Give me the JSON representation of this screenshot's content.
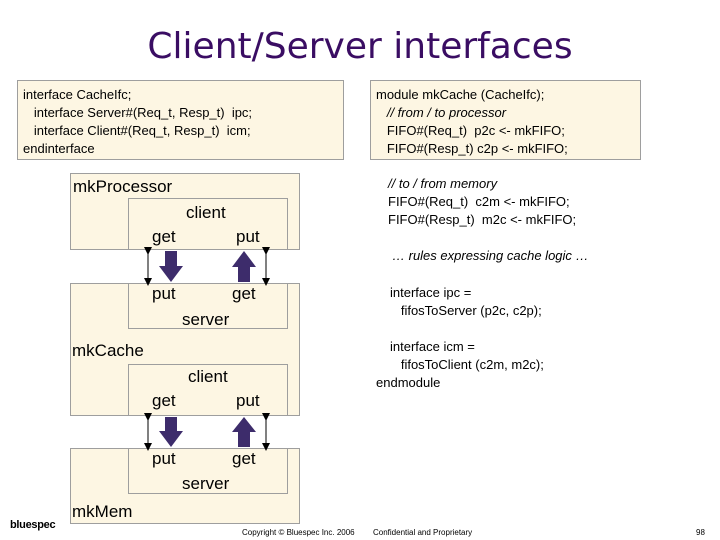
{
  "title": "Client/Server interfaces",
  "interface_box": {
    "lines": [
      "interface CacheIfc;",
      "   interface Server#(Req_t, Resp_t)  ipc;",
      "   interface Client#(Req_t, Resp_t)  icm;",
      "endinterface"
    ]
  },
  "module_box": {
    "lines": [
      "module mkCache (CacheIfc);",
      "   // from / to processor",
      "   FIFO#(Req_t)  p2c <- mkFIFO;",
      "   FIFO#(Resp_t) c2p <- mkFIFO;"
    ]
  },
  "memory_block": {
    "lines": [
      "// to / from memory",
      "FIFO#(Req_t)  c2m <- mkFIFO;",
      "FIFO#(Resp_t)  m2c <- mkFIFO;"
    ]
  },
  "rules_text": "… rules expressing cache logic …",
  "ipc_block": {
    "lines": [
      "interface ipc =",
      "   fifosToServer (p2c, c2p);"
    ]
  },
  "icm_block": {
    "lines": [
      "interface icm =",
      "   fifosToClient (c2m, m2c);",
      "endmodule"
    ]
  },
  "diagram": {
    "processor_label": "mkProcessor",
    "cache_label": "mkCache",
    "mem_label": "mkMem",
    "client_label": "client",
    "server_label": "server",
    "get_label": "get",
    "put_label": "put",
    "colors": {
      "box_fill": "#fdf6e3",
      "port_fill": "#fdf6e3",
      "arrow": "#3d2c6b"
    }
  },
  "footer": {
    "logo": "bluespec",
    "copyright": "Copyright © Bluespec Inc. 2006",
    "confidential": "Confidential and Proprietary",
    "page": "98"
  },
  "colors": {
    "title": "#3a0d63"
  }
}
